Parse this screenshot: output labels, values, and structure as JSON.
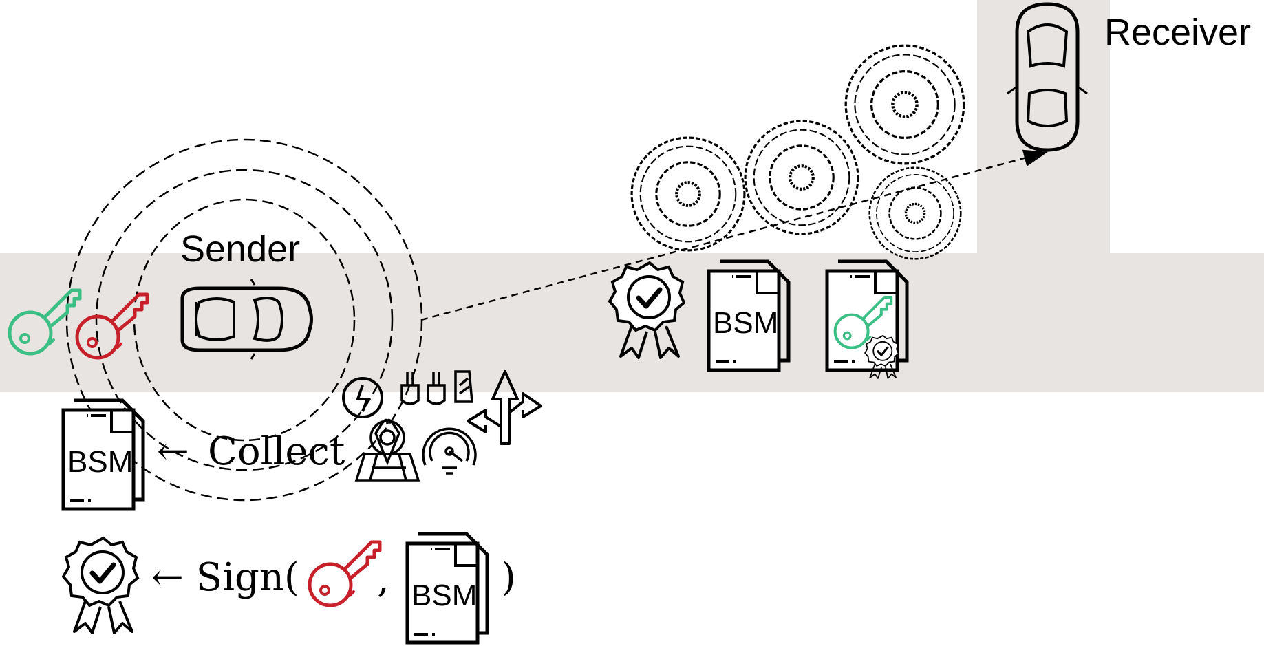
{
  "colors": {
    "road": "#e8e4e1",
    "green_key": "#3cbf85",
    "red_key": "#c8202a",
    "ink": "#000000"
  },
  "labels": {
    "sender": "Sender",
    "receiver": "Receiver",
    "bsm": "BSM",
    "collect_arrow": "←",
    "collect": "Collect",
    "sign_prefix": "← Sign(",
    "sign_comma": ",",
    "sign_close": ")"
  },
  "icons": [
    "green-key-icon",
    "red-key-icon",
    "car-icon",
    "clock-icon",
    "pedals-icon",
    "directions-icon",
    "map-pin-icon",
    "speedometer-icon",
    "certificate-icon",
    "document-icon",
    "tree-icon"
  ]
}
